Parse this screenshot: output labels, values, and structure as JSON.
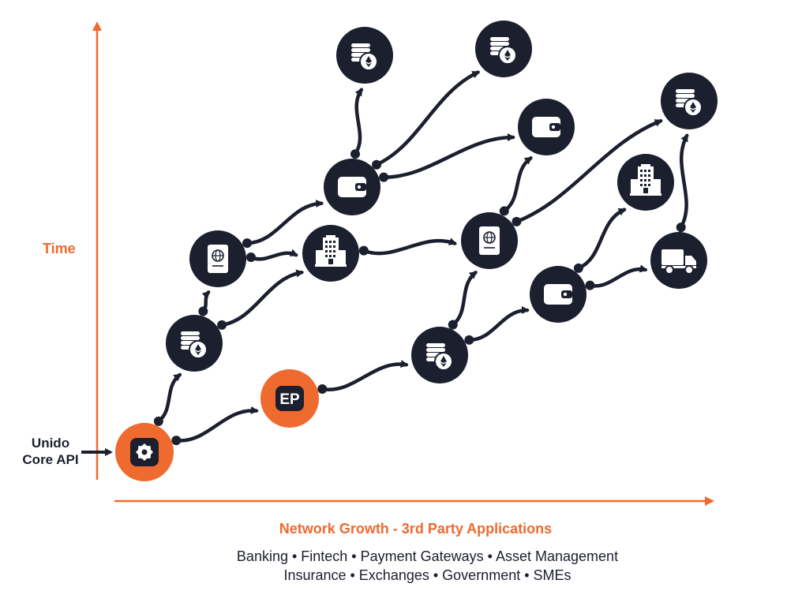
{
  "axes": {
    "y_label": "Time",
    "x_label": "Network Growth - 3rd Party Applications",
    "origin_label_line1": "Unido",
    "origin_label_line2": "Core API"
  },
  "sectors": {
    "line1": "Banking • Fintech • Payment Gateways • Asset Management",
    "line2": "Insurance • Exchanges • Government • SMEs"
  },
  "colors": {
    "accent": "#ef6a2e",
    "node": "#1b1f2e",
    "icon": "#ffffff"
  },
  "nodes": [
    {
      "id": "core-api",
      "icon": "gear-icon",
      "type": "accent"
    },
    {
      "id": "ep",
      "icon": "ep-icon",
      "text": "EP",
      "type": "accent"
    },
    {
      "id": "coins-a",
      "icon": "coins-icon",
      "type": "dark"
    },
    {
      "id": "passport-a",
      "icon": "passport-icon",
      "type": "dark"
    },
    {
      "id": "building-a",
      "icon": "building-icon",
      "type": "dark"
    },
    {
      "id": "wallet-a",
      "icon": "wallet-icon",
      "type": "dark"
    },
    {
      "id": "coins-top-1",
      "icon": "coins-icon",
      "type": "dark"
    },
    {
      "id": "coins-top-2",
      "icon": "coins-icon",
      "type": "dark"
    },
    {
      "id": "wallet-b",
      "icon": "wallet-icon",
      "type": "dark"
    },
    {
      "id": "passport-b",
      "icon": "passport-icon",
      "type": "dark"
    },
    {
      "id": "coins-b",
      "icon": "coins-icon",
      "type": "dark"
    },
    {
      "id": "wallet-c",
      "icon": "wallet-icon",
      "type": "dark"
    },
    {
      "id": "building-b",
      "icon": "building-icon",
      "type": "dark"
    },
    {
      "id": "truck",
      "icon": "truck-icon",
      "type": "dark"
    },
    {
      "id": "coins-c",
      "icon": "coins-icon",
      "type": "dark"
    }
  ],
  "edges": [
    [
      "core-api",
      "coins-a"
    ],
    [
      "core-api",
      "ep"
    ],
    [
      "coins-a",
      "passport-a"
    ],
    [
      "coins-a",
      "building-a"
    ],
    [
      "passport-a",
      "wallet-a"
    ],
    [
      "passport-a",
      "building-a"
    ],
    [
      "wallet-a",
      "coins-top-1"
    ],
    [
      "wallet-a",
      "coins-top-2"
    ],
    [
      "wallet-a",
      "wallet-b"
    ],
    [
      "building-a",
      "passport-b"
    ],
    [
      "passport-b",
      "wallet-b"
    ],
    [
      "passport-b",
      "coins-c"
    ],
    [
      "ep",
      "coins-b"
    ],
    [
      "coins-b",
      "passport-b"
    ],
    [
      "coins-b",
      "wallet-c"
    ],
    [
      "wallet-c",
      "building-b"
    ],
    [
      "wallet-c",
      "truck"
    ],
    [
      "truck",
      "coins-c"
    ]
  ]
}
